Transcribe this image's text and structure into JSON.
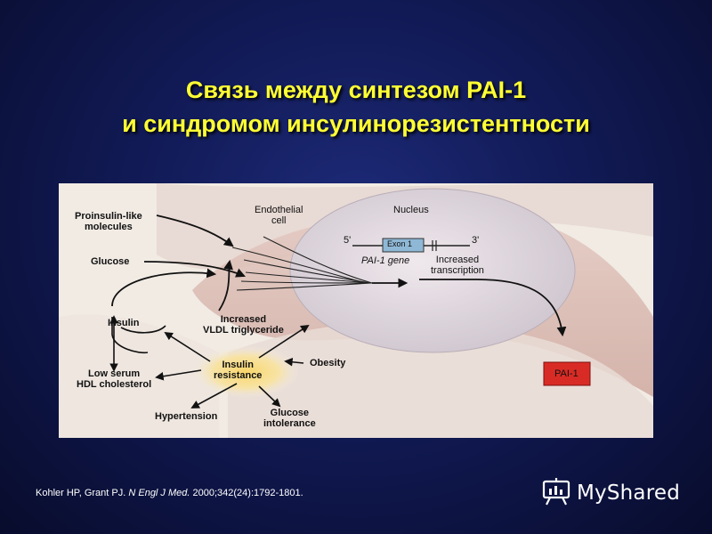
{
  "slide": {
    "title_line1": "Связь между синтезом PAI-1",
    "title_line2": "и синдромом инсулинорезистентности"
  },
  "diagram": {
    "labels": {
      "proinsulin_1": "Proinsulin-like",
      "proinsulin_2": "molecules",
      "glucose": "Glucose",
      "insulin": "Insulin",
      "low_hdl_1": "Low serum",
      "low_hdl_2": "HDL cholesterol",
      "hypertension": "Hypertension",
      "glucose_intol_1": "Glucose",
      "glucose_intol_2": "intolerance",
      "insulin_res_1": "Insulin",
      "insulin_res_2": "resistance",
      "obesity": "Obesity",
      "vldl_1": "Increased",
      "vldl_2": "VLDL triglyceride",
      "endothelial_1": "Endothelial",
      "endothelial_2": "cell",
      "nucleus": "Nucleus",
      "five_prime": "5'",
      "three_prime": "3'",
      "exon": "Exon 1",
      "pai_gene": "PAI-1 gene",
      "increased_1": "Increased",
      "increased_2": "transcription",
      "pai1_box": "PAI-1"
    }
  },
  "citation": {
    "authors": "Kohler HP, Grant PJ.",
    "journal": "N Engl J Med.",
    "ref": "2000;342(24):1792-1801."
  },
  "watermark": {
    "icon": "presentation-board-icon",
    "text": "MyShared"
  }
}
